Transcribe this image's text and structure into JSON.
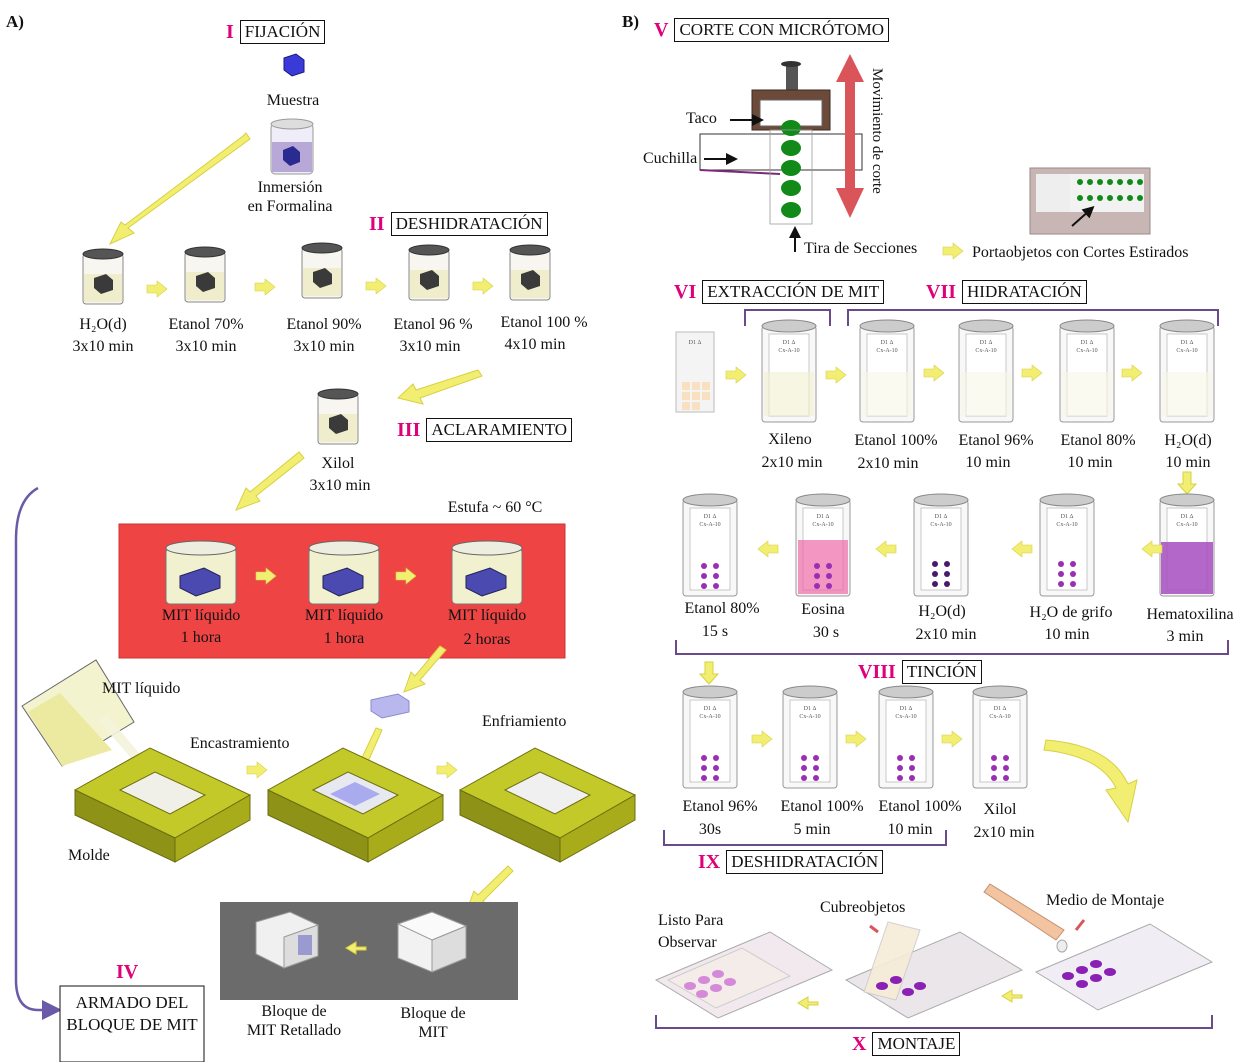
{
  "panels": {
    "a": "A)",
    "b": "B)"
  },
  "stages": [
    {
      "id": "I",
      "name": "FIJACIÓN"
    },
    {
      "id": "II",
      "name": "DESHIDRATACIÓN"
    },
    {
      "id": "III",
      "name": "ACLARAMIENTO"
    },
    {
      "id": "IV",
      "name": "ARMADO DEL BLOQUE DE MIT"
    },
    {
      "id": "V",
      "name": "CORTE CON MICRÓTOMO"
    },
    {
      "id": "VI",
      "name": "EXTRACCIÓN DE MIT"
    },
    {
      "id": "VII",
      "name": "HIDRATACIÓN"
    },
    {
      "id": "VIII",
      "name": "TINCIÓN"
    },
    {
      "id": "IX",
      "name": "DESHIDRATACIÓN"
    },
    {
      "id": "X",
      "name": "MONTAJE"
    }
  ],
  "fixation": {
    "sample": "Muestra",
    "immersion": "Inmersión\nen Formalina"
  },
  "dehydration_a": [
    {
      "reagent": "H₂O(d)",
      "time": "3x10 min"
    },
    {
      "reagent": "Etanol 70%",
      "time": "3x10 min"
    },
    {
      "reagent": "Etanol 90%",
      "time": "3x10 min"
    },
    {
      "reagent": "Etanol 96 %",
      "time": "3x10 min"
    },
    {
      "reagent": "Etanol 100 %",
      "time": "4x10 min"
    }
  ],
  "clearing": {
    "reagent": "Xilol",
    "time": "3x10 min"
  },
  "oven": {
    "label": "Estufa ~ 60 °C",
    "steps": [
      {
        "reagent": "MIT líquido",
        "time": "1 hora"
      },
      {
        "reagent": "MIT líquido",
        "time": "1 hora"
      },
      {
        "reagent": "MIT líquido",
        "time": "2 horas"
      }
    ]
  },
  "embedding": {
    "mit_liquid": "MIT líquido",
    "embedding": "Encastramiento",
    "cooling": "Enfriamiento",
    "mold": "Molde"
  },
  "blocks": {
    "trimmed": "Bloque de\nMIT Retallado",
    "block": "Bloque de\nMIT"
  },
  "microtome": {
    "block": "Taco",
    "knife": "Cuchilla",
    "movement": "Movimiento de corte",
    "ribbon": "Tira de Secciones",
    "slides": "Portaobjetos con Cortes Estirados"
  },
  "hydration": [
    {
      "reagent": "Xileno",
      "time": "2x10 min"
    },
    {
      "reagent": "Etanol 100%",
      "time": "2x10 min"
    },
    {
      "reagent": "Etanol 96%",
      "time": "10 min"
    },
    {
      "reagent": "Etanol 80%",
      "time": "10 min"
    },
    {
      "reagent": "H₂O(d)",
      "time": "10 min"
    }
  ],
  "staining": [
    {
      "reagent": "Hematoxilina",
      "time": "3 min"
    },
    {
      "reagent": "H₂O de grifo",
      "time": "10 min"
    },
    {
      "reagent": "H₂O(d)",
      "time": "2x10 min"
    },
    {
      "reagent": "Eosina",
      "time": "30 s"
    },
    {
      "reagent": "Etanol 80%",
      "time": "15 s"
    }
  ],
  "dehydration_b": [
    {
      "reagent": "Etanol 96%",
      "time": "30s"
    },
    {
      "reagent": "Etanol 100%",
      "time": "5 min"
    },
    {
      "reagent": "Etanol 100%",
      "time": "10 min"
    },
    {
      "reagent": "Xilol",
      "time": "2x10 min"
    }
  ],
  "mounting": {
    "ready": "Listo Para\nObservar",
    "coverslip": "Cubreobjetos",
    "medium": "Medio de Montaje"
  },
  "slide_mark": "D1 Δ\nCx-A-10",
  "colors": {
    "magenta": "#e0007a",
    "arrow": "#f2ee72",
    "oven": "#ee4444",
    "bracket": "#6a4a8a",
    "gray_panel": "#6b6b6b",
    "mold": "#bcc21c",
    "hematoxylin": "#a64dc0",
    "eosin": "#f06aa8",
    "dot": "#9a2fb4"
  }
}
